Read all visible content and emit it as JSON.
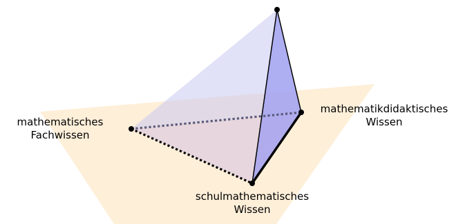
{
  "diagram": {
    "labels": {
      "fachwissen": [
        "mathematisches",
        "Fachwissen"
      ],
      "didaktik": [
        "mathematikdidaktisches",
        "Wissen"
      ],
      "schulmathe": [
        "schulmathematisches",
        "Wissen"
      ]
    },
    "colors": {
      "plane_fill": "#fde9cc",
      "face_back_fill": "#c9c9f0",
      "face_front_fill": "#9c9cf2",
      "face_bottom_fill": "#d7c4e0",
      "hidden_edge": "#5a5a7a",
      "edge": "#000000"
    }
  }
}
